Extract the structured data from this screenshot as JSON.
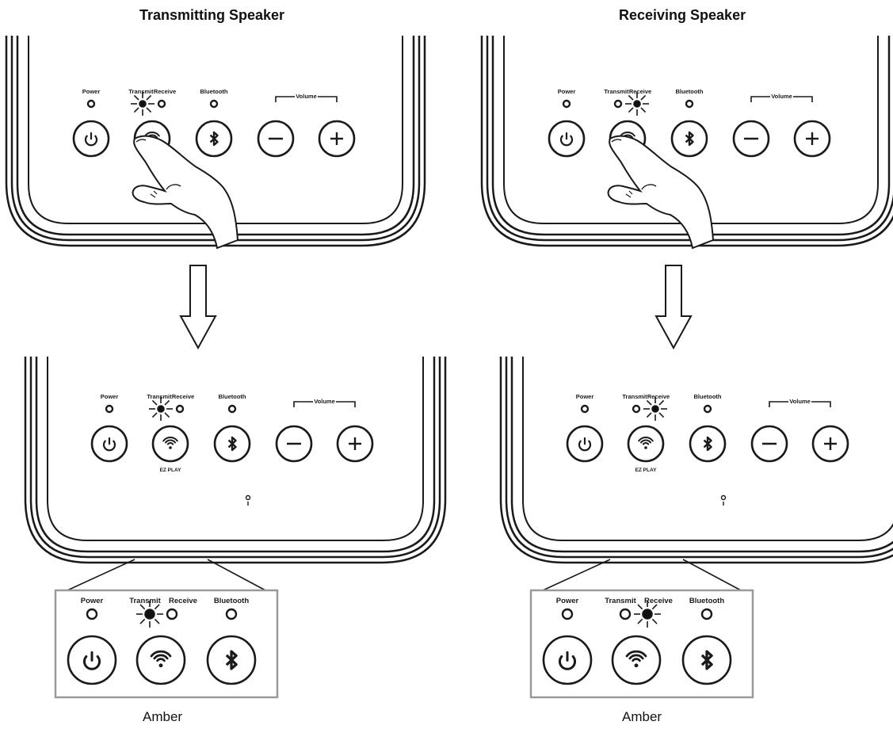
{
  "titles": {
    "transmitting": "Transmitting Speaker",
    "receiving": "Receiving Speaker"
  },
  "panel_labels": {
    "power": "Power",
    "transmit": "Transmit",
    "receive": "Receive",
    "bluetooth": "Bluetooth",
    "volume": "Volume",
    "ez_play": "EZ PLAY"
  },
  "captions": {
    "left": "Amber",
    "right": "Amber"
  },
  "colors": {
    "line": "#1a1a1a",
    "inset_border": "#9a9a9a",
    "led_lit": "#111111"
  },
  "icons": {
    "power": "power-icon",
    "wifi": "wifi-icon",
    "bluetooth": "bluetooth-icon",
    "minus": "minus-icon",
    "plus": "plus-icon",
    "hand": "hand-pointer-icon",
    "arrow": "down-arrow-icon"
  }
}
